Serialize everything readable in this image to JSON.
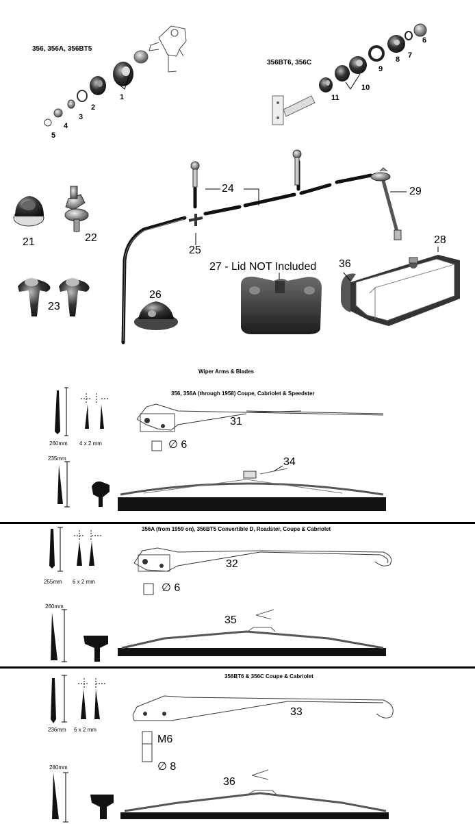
{
  "group_labels": {
    "early_models": "356, 356A, 356BT5",
    "late_models": "356BT6, 356C"
  },
  "part_numbers": {
    "p1": "1",
    "p2": "2",
    "p3": "3",
    "p4": "4",
    "p5": "5",
    "p6": "6",
    "p7": "7",
    "p8": "8",
    "p9": "9",
    "p10": "10",
    "p11": "11",
    "p21": "21",
    "p22": "22",
    "p23": "23",
    "p24": "24",
    "p25": "25",
    "p26": "26",
    "p28": "28",
    "p29": "29",
    "p36a": "36",
    "p31": "31",
    "p32": "32",
    "p33": "33",
    "p34": "34",
    "p35": "35",
    "p36b": "36"
  },
  "callout_27": "27 - Lid NOT Included",
  "wiper_section": {
    "heading": "Wiper Arms & Blades",
    "section1": {
      "title": "356, 356A (through 1958) Coupe, Cabriolet & Speedster",
      "arm_length": "260mm",
      "arm_width": "4 x 2 mm",
      "blade_length": "235mm",
      "shaft_diameter": "∅ 6"
    },
    "section2": {
      "title": "356A (from 1959 on), 356BT5 Convertible D, Roadster, Coupe & Cabriolet",
      "arm_length": "255mm",
      "arm_width": "6 x 2 mm",
      "blade_length": "260mm",
      "shaft_diameter": "∅ 6"
    },
    "section3": {
      "title": "356BT6 & 356C Coupe & Cabriolet",
      "arm_length": "236mm",
      "arm_width": "6 x 2 mm",
      "blade_length": "280mm",
      "thread": "M6",
      "shaft_diameter": "∅ 8"
    }
  }
}
